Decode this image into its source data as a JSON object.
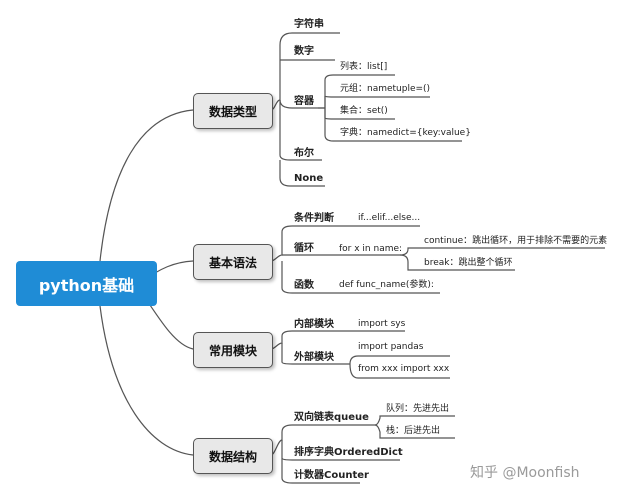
{
  "root": "python基础",
  "branches": [
    {
      "label": "数据类型",
      "children": [
        {
          "label": "字符串"
        },
        {
          "label": "数字"
        },
        {
          "label": "容器",
          "children": [
            "列表：list[]",
            "元组：nametuple=()",
            "集合：set()",
            "字典：namedict={key:value}"
          ]
        },
        {
          "label": "布尔"
        },
        {
          "label": "None"
        }
      ]
    },
    {
      "label": "基本语法",
      "children": [
        {
          "label": "条件判断",
          "detail": "if...elif...else..."
        },
        {
          "label": "循环",
          "detail": "for x in name:",
          "children": [
            "continue：跳出循环，用于排除不需要的元素",
            "break：跳出整个循环"
          ]
        },
        {
          "label": "函数",
          "detail": "def func_name(参数):"
        }
      ]
    },
    {
      "label": "常用模块",
      "children": [
        {
          "label": "内部模块",
          "children": [
            "import sys"
          ]
        },
        {
          "label": "外部模块",
          "children": [
            "import pandas",
            "from xxx import xxx"
          ]
        }
      ]
    },
    {
      "label": "数据结构",
      "children": [
        {
          "label": "双向链表queue",
          "children": [
            "队列：先进先出",
            "栈：后进先出"
          ]
        },
        {
          "label": "排序字典OrderedDict"
        },
        {
          "label": "计数器Counter"
        }
      ]
    }
  ],
  "watermark": "知乎 @Moonfish",
  "colors": {
    "root_fill": "#1f8cd6",
    "branch_fill": "#e8e8e8",
    "line": "#555555"
  }
}
